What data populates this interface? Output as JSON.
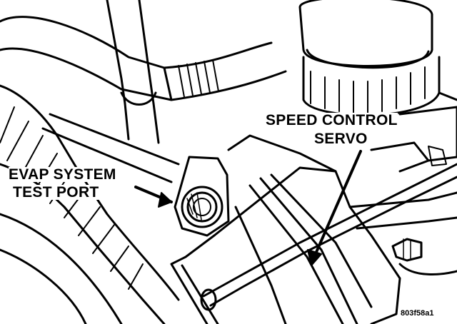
{
  "callouts": {
    "evap": {
      "line1": "EVAP SYSTEM",
      "line2": "TEST PORT"
    },
    "servo": {
      "line1": "SPEED CONTROL",
      "line2": "SERVO"
    }
  },
  "figure_id": "803f58a1",
  "colors": {
    "ink": "#000000",
    "paper": "#ffffff"
  }
}
